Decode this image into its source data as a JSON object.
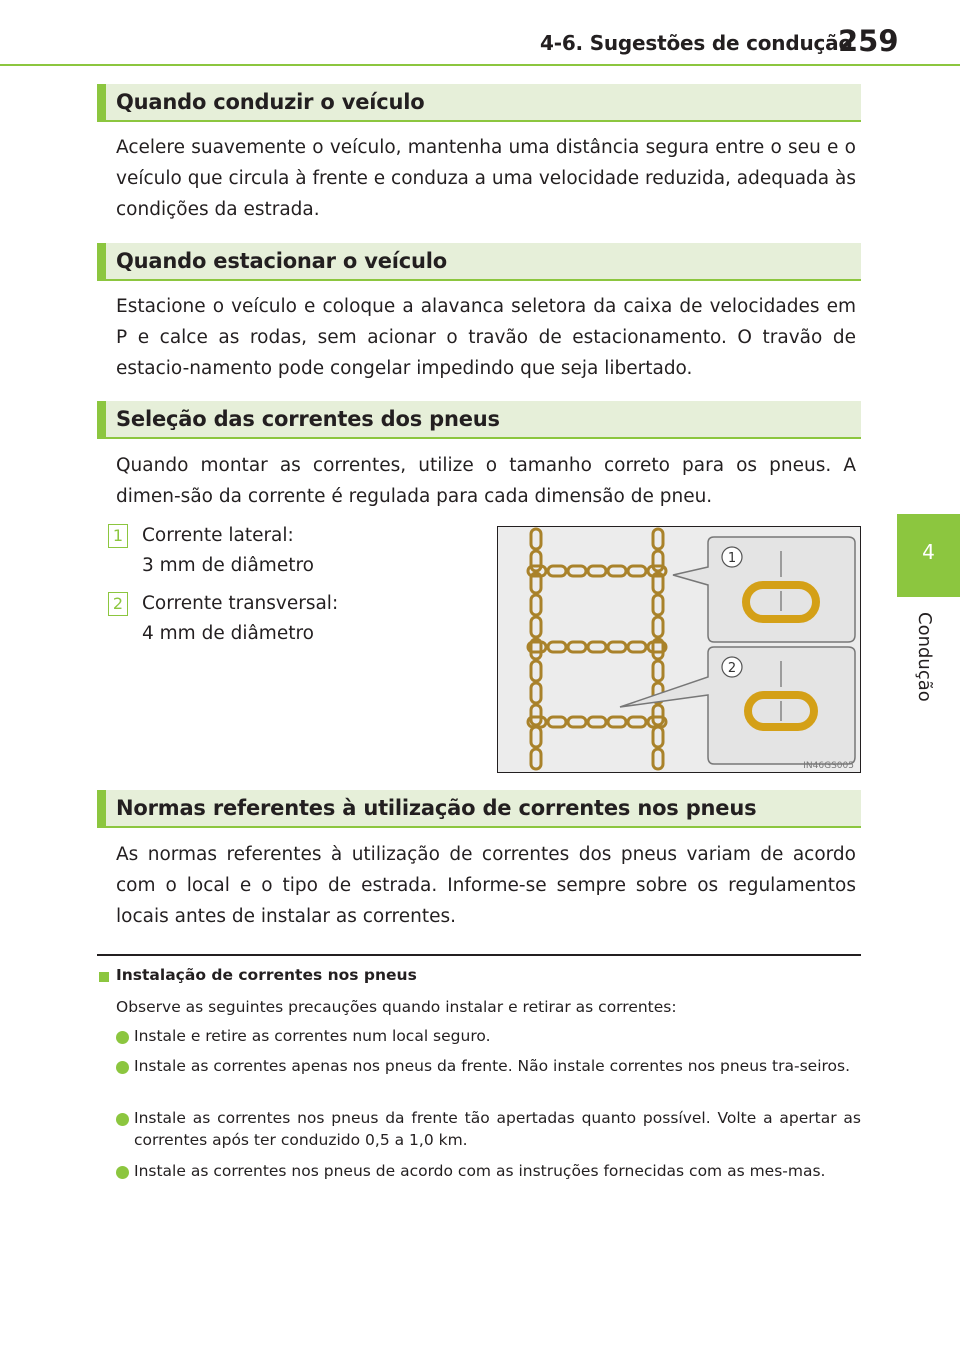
{
  "header": {
    "section": "4-6. Sugestões de condução",
    "page_number": "259"
  },
  "side_tab": {
    "chapter_number": "4",
    "chapter_label": "Condução"
  },
  "sections": [
    {
      "heading": "Quando conduzir o veículo",
      "text": "Acelere suavemente o veículo, mantenha uma distância segura entre o seu e o veículo que circula à frente e conduza a uma velocidade reduzida, adequada às condições da estrada."
    },
    {
      "heading": "Quando estacionar o veículo",
      "text": "Estacione o veículo e coloque a alavanca seletora da caixa de velocidades em P e calce as rodas, sem acionar o travão de estacionamento. O travão de estacio-namento pode congelar impedindo que seja libertado."
    },
    {
      "heading": "Seleção das correntes dos pneus",
      "text": "Quando montar as correntes, utilize o tamanho correto para os pneus. A dimen-são da corrente é regulada para cada dimensão de pneu.",
      "items": [
        {
          "num": "1",
          "line1": "Corrente lateral:",
          "line2": "3 mm de diâmetro"
        },
        {
          "num": "2",
          "line1": "Corrente transversal:",
          "line2": "4 mm de diâmetro"
        }
      ],
      "figure": {
        "callouts": [
          "1",
          "2"
        ],
        "code": "IN46GS005"
      }
    },
    {
      "heading": "Normas referentes à utilização de correntes nos pneus",
      "text": "As normas referentes à utilização de correntes dos pneus variam de acordo com o local e o tipo de estrada. Informe-se sempre sobre os regulamentos locais antes de instalar as correntes."
    }
  ],
  "notes": {
    "title": "Instalação de correntes nos pneus",
    "intro": "Observe as seguintes precauções quando instalar e retirar as correntes:",
    "bullets": [
      "Instale e retire as correntes num local seguro.",
      "Instale as correntes apenas nos pneus da frente. Não instale correntes nos pneus tra-seiros.",
      "Instale as correntes nos pneus da frente tão apertadas quanto possível. Volte a apertar as correntes após ter conduzido 0,5 a 1,0 km.",
      "Instale as correntes nos pneus de acordo com as instruções fornecidas com as mes-mas."
    ]
  },
  "colors": {
    "accent": "#8cc63f",
    "heading_bg": "#e6efd9",
    "chain": "#a9822a"
  }
}
